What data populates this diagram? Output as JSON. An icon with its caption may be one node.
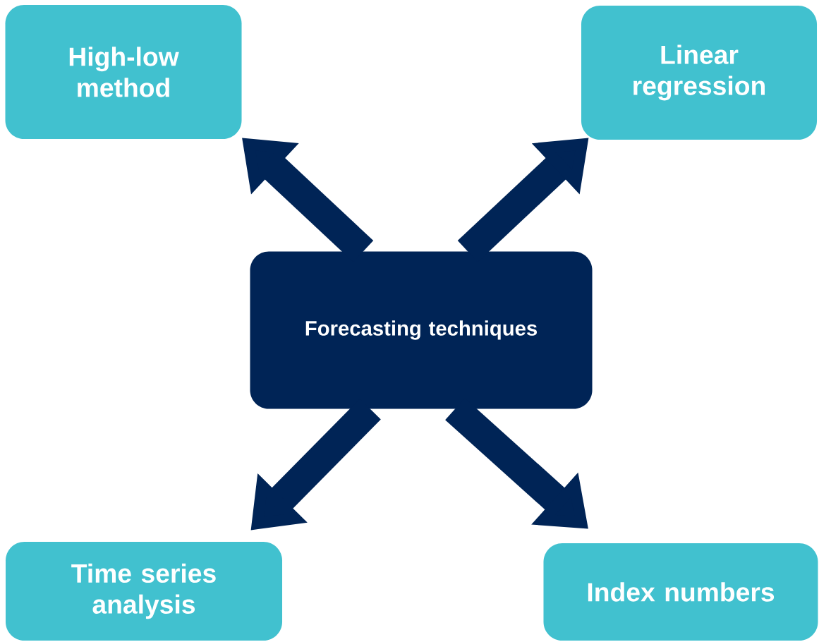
{
  "diagram": {
    "nodes": [
      {
        "text": [
          "Forecasting techniques"
        ]
      },
      {
        "text": [
          "High-low method"
        ]
      },
      {
        "text": [
          "Linear regression"
        ]
      },
      {
        "text": [
          "Time series analysis"
        ]
      },
      {
        "text": [
          "Index numbers"
        ]
      }
    ],
    "edges": [
      {
        "from": 0,
        "to": 1,
        "arrow": "to"
      },
      {
        "from": 0,
        "to": 2,
        "arrow": "to"
      },
      {
        "from": 0,
        "to": 3,
        "arrow": "to"
      },
      {
        "from": 0,
        "to": 4,
        "arrow": "to"
      }
    ]
  }
}
